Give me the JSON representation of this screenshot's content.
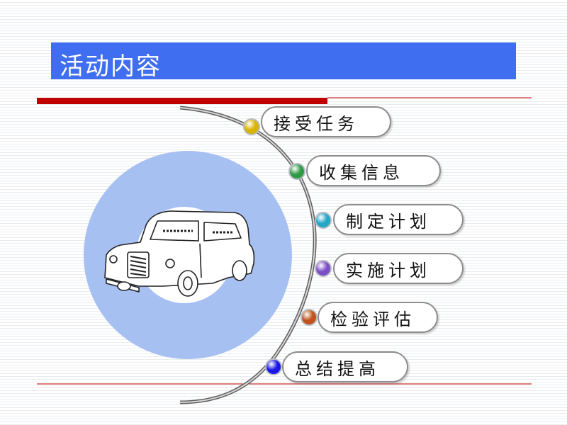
{
  "title": "活动内容",
  "colors": {
    "title_bar": "#3f6ef0",
    "accent_red": "#c00000",
    "circle_fill": "#a7c0f2",
    "arc_line": "#6f6f6f"
  },
  "illustration": {
    "icon": "vintage-car-icon"
  },
  "steps": [
    {
      "label": "接受任务",
      "color": "#d8b400"
    },
    {
      "label": "收集信息",
      "color": "#2f9a45"
    },
    {
      "label": "制定计划",
      "color": "#22a7c7"
    },
    {
      "label": "实施计划",
      "color": "#7d4fc6"
    },
    {
      "label": "检验评估",
      "color": "#c0521b"
    },
    {
      "label": "总结提高",
      "color": "#1a17e6"
    }
  ]
}
